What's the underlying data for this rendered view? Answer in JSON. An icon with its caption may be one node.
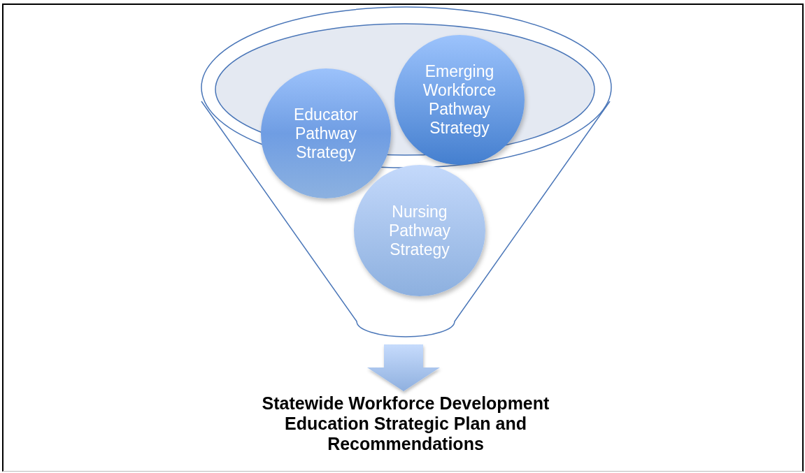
{
  "diagram": {
    "nodes": [
      {
        "text": [],
        "shape": "funnel"
      },
      {
        "text": [
          "Educator Pathway Strategy"
        ],
        "in": 0
      },
      {
        "text": [
          "Emerging Workforce Pathway Strategy"
        ],
        "in": 0
      },
      {
        "text": [
          "Nursing Pathway Strategy"
        ],
        "in": 0
      },
      {
        "text": [
          "Statewide Workforce Development Education Strategic Plan and Recommendations"
        ]
      }
    ],
    "edges": [
      {
        "from": 0,
        "to": 4,
        "arrow": "to"
      }
    ]
  }
}
